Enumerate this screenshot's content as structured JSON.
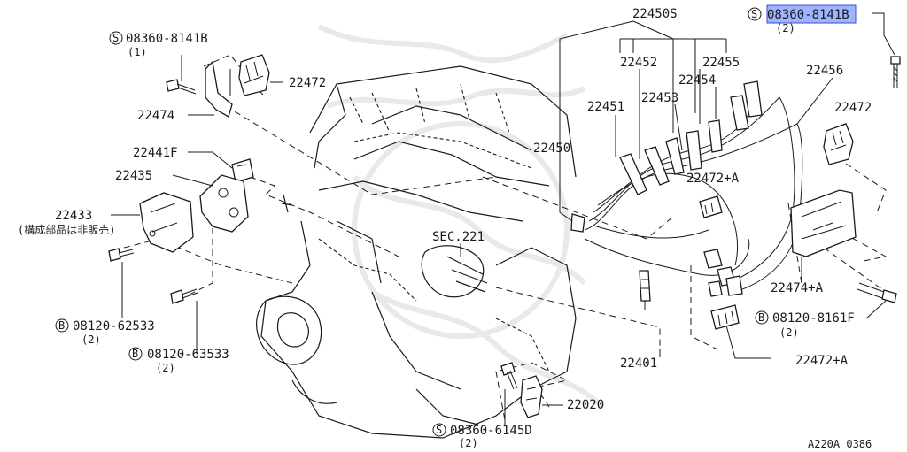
{
  "labels": {
    "l_22450s": "22450S",
    "l_08360_8141b_top": "08360-8141B",
    "l_08360_8141b_top_qty": "(2)",
    "l_08360_8141b_left": "08360-8141B",
    "l_08360_8141b_left_qty": "(1)",
    "l_22472_left": "22472",
    "l_22474": "22474",
    "l_22452": "22452",
    "l_22455": "22455",
    "l_22456": "22456",
    "l_22454": "22454",
    "l_22453": "22453",
    "l_22451": "22451",
    "l_22472_right": "22472",
    "l_22450": "22450",
    "l_22441f": "22441F",
    "l_22435": "22435",
    "l_22433": "22433",
    "l_22433_note": "(構成部品は非販売)",
    "l_22472a_mid": "22472+A",
    "l_sec221": "SEC.221",
    "l_22474a": "22474+A",
    "l_08120_8161f": "08120-8161F",
    "l_08120_8161f_qty": "(2)",
    "l_08120_62533": "08120-62533",
    "l_08120_62533_qty": "(2)",
    "l_08120_63533": "08120-63533",
    "l_08120_63533_qty": "(2)",
    "l_22401": "22401",
    "l_22472a_bottom": "22472+A",
    "l_22020": "22020",
    "l_08360_6145d": "08360-6145D",
    "l_08360_6145d_qty": "(2)",
    "l_ref": "A220A 0386"
  },
  "symbols": {
    "s_mark": "S",
    "b_mark": "B"
  },
  "colors": {
    "highlight_fill": "#9fb4ff",
    "line": "#1a1a1a"
  }
}
